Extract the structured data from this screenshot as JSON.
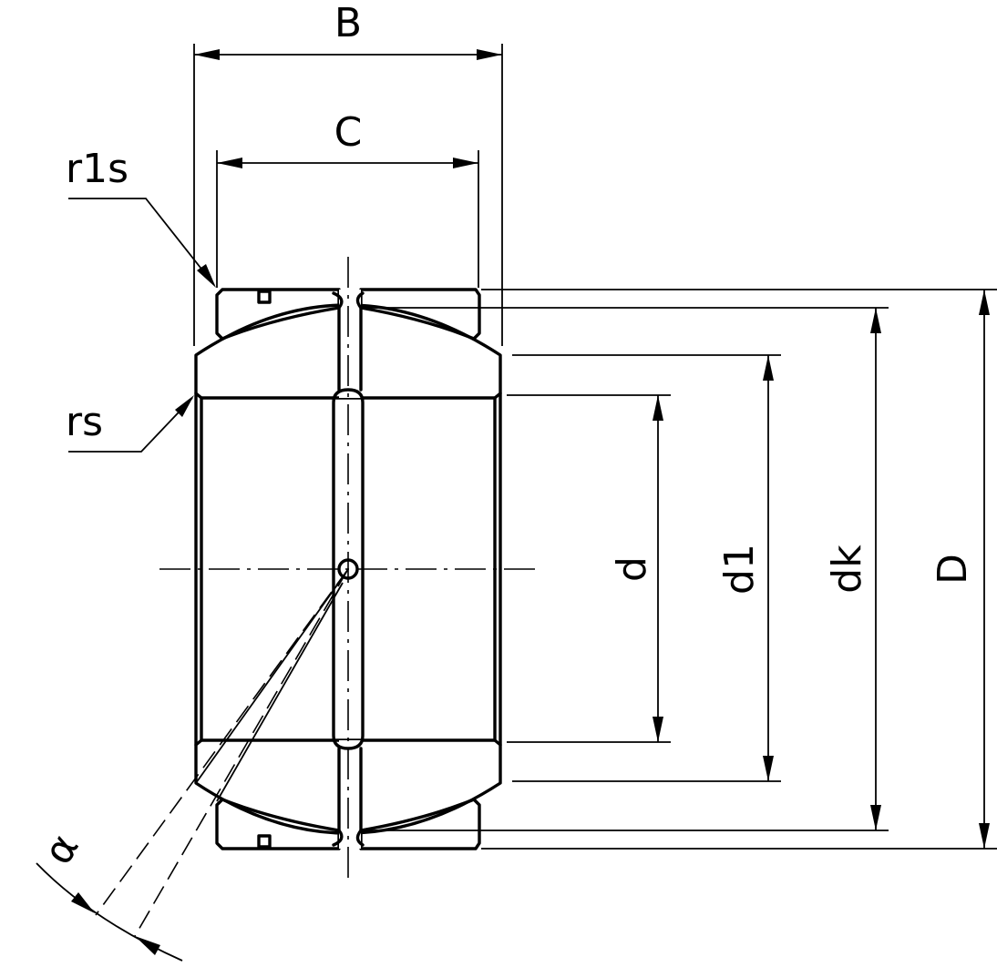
{
  "labels": {
    "B": "B",
    "C": "C",
    "r1s": "r1s",
    "rs": "rs",
    "d": "d",
    "d1": "d1",
    "dk": "dk",
    "D": "D",
    "alpha": "α"
  }
}
